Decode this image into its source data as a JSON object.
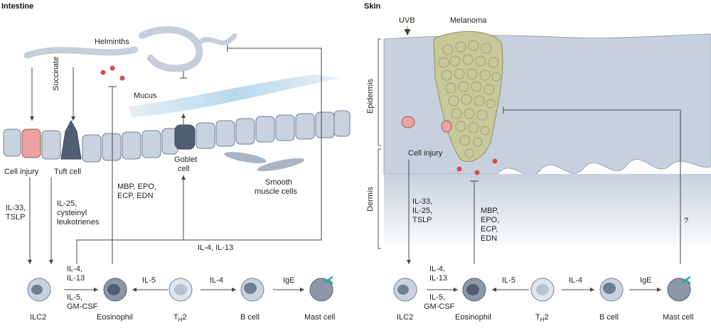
{
  "intestine": {
    "title": "Intestine",
    "helminths": "Helminths",
    "mucus": "Mucus",
    "succinate": "Succinate",
    "cell_injury": "Cell injury",
    "tuft_cell": "Tuft cell",
    "goblet_cell_1": "Goblet",
    "goblet_cell_2": "cell",
    "smooth_muscle_1": "Smooth",
    "smooth_muscle_2": "muscle cells",
    "il33_1": "IL-33,",
    "il33_2": "TSLP",
    "il25_1": "IL-25,",
    "il25_2": "cysteinyl",
    "il25_3": "leukotrienes",
    "mbp_1": "MBP, EPO,",
    "mbp_2": "ECP, EDN",
    "il4il13": "IL-4, IL-13",
    "cells": {
      "ilc2": "ILC2",
      "eosinophil": "Eosinophil",
      "th2_main": "T",
      "th2_sub": "H",
      "th2_end": "2",
      "bcell": "B cell",
      "mast": "Mast cell"
    },
    "arrows": {
      "il4_a": "IL-4,",
      "il13_a": "IL-13",
      "il5_a": "IL-5,",
      "gmcsf_a": "GM-CSF",
      "il5": "IL-5",
      "il4": "IL-4",
      "ige": "IgE"
    }
  },
  "skin": {
    "title": "Skin",
    "uvb": "UVB",
    "melanoma": "Melanoma",
    "epidermis": "Epidermis",
    "dermis": "Dermis",
    "cell_injury": "Cell injury",
    "il33_1": "IL-33,",
    "il33_2": "IL-25,",
    "il33_3": "TSLP",
    "mbp_1": "MBP,",
    "mbp_2": "EPO,",
    "mbp_3": "ECP,",
    "mbp_4": "EDN",
    "question": "?",
    "cells": {
      "ilc2": "ILC2",
      "eosinophil": "Eosinophil",
      "th2_main": "T",
      "th2_sub": "H",
      "th2_end": "2",
      "bcell": "B cell",
      "mast": "Mast cell"
    },
    "arrows": {
      "il4_a": "IL-4,",
      "il13_a": "IL-13",
      "il5_a": "IL-5,",
      "gmcsf_a": "GM-CSF",
      "il5": "IL-5",
      "il4": "IL-4",
      "ige": "IgE"
    }
  },
  "colors": {
    "cell_fill": "#c9d3df",
    "cell_stroke": "#6f7f92",
    "dark_cell": "#4f5e73",
    "injury": "#e9a3a3",
    "melanoma": "#c8c99b",
    "mucus": "#bcd9ec",
    "red_dot": "#d94c4c",
    "mast_accent": "#2aa6a6",
    "skin_bg": "#d9e0e8",
    "uvb": "#e6a531"
  }
}
